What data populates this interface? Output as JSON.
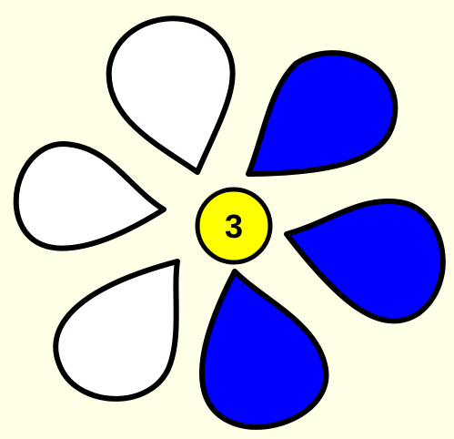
{
  "background_color": "#ffffe8",
  "colors": {
    "selected": "#0000ff",
    "unselected": "#ffffff",
    "outline": "#000000",
    "center": "#ffff00"
  },
  "center": {
    "number": "3"
  },
  "petals": [
    {
      "id": "top-left",
      "state": "unselected"
    },
    {
      "id": "top-right",
      "state": "selected"
    },
    {
      "id": "right",
      "state": "selected"
    },
    {
      "id": "bottom",
      "state": "selected"
    },
    {
      "id": "bottom-left",
      "state": "unselected"
    },
    {
      "id": "left",
      "state": "unselected"
    }
  ]
}
